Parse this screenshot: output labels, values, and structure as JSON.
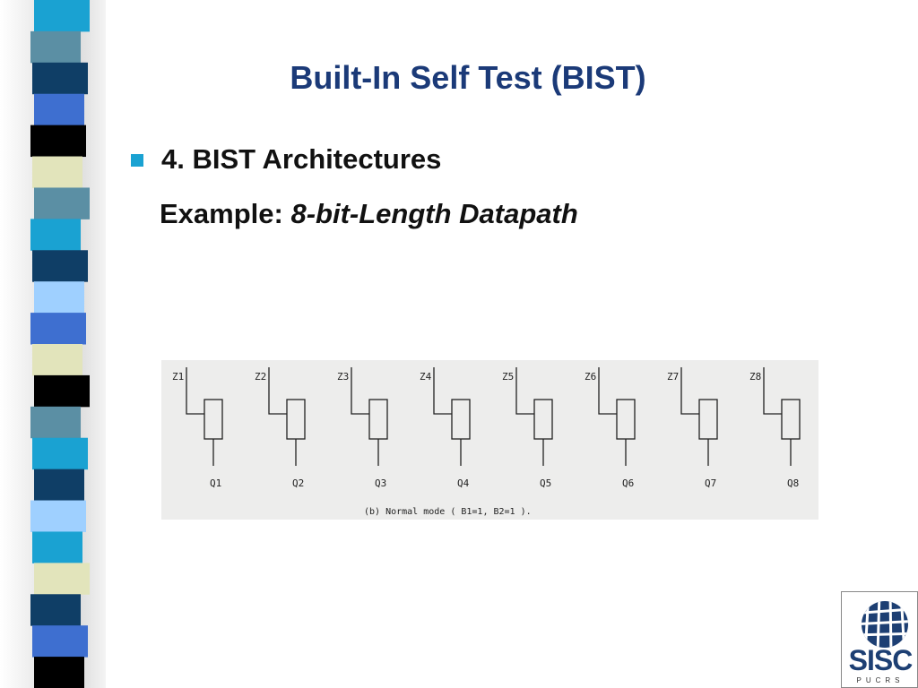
{
  "slide": {
    "title": "Built-In Self Test (BIST)",
    "bullet": "4. BIST Architectures",
    "example_label": "Example:",
    "example_value": "8-bit-Length Datapath"
  },
  "figure": {
    "inputs": [
      "Z1",
      "Z2",
      "Z3",
      "Z4",
      "Z5",
      "Z6",
      "Z7",
      "Z8"
    ],
    "outputs": [
      "Q1",
      "Q2",
      "Q3",
      "Q4",
      "Q5",
      "Q6",
      "Q7",
      "Q8"
    ],
    "caption": "(b) Normal mode ( B1=1, B2=1 )."
  },
  "logo": {
    "name": "SISC",
    "subtitle": "PUCRS"
  },
  "colors": {
    "title": "#1b3a78",
    "bullet": "#1aa2d2",
    "stripes": [
      "#1aa2d2",
      "#5b8fa4",
      "#0f3e66",
      "#3e6fd0",
      "#000000",
      "#e2e4bb",
      "#5b8fa4",
      "#1aa2d2",
      "#0f3e66",
      "#9fd0ff",
      "#3e6fd0",
      "#e2e4bb",
      "#000000",
      "#5b8fa4",
      "#1aa2d2",
      "#0f3e66",
      "#9fd0ff",
      "#1aa2d2",
      "#e2e4bb",
      "#0f3e66",
      "#3e6fd0",
      "#000000"
    ]
  }
}
